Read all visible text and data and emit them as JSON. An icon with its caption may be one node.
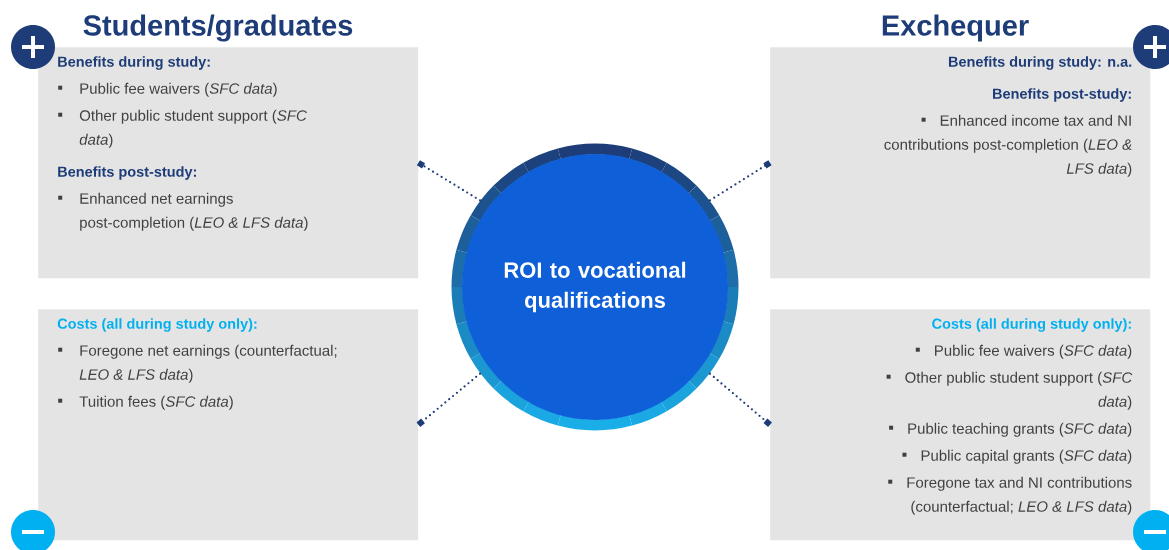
{
  "diagram": {
    "nodes": [
      {
        "text": [
          "ROI to vocational qualifications"
        ]
      },
      {
        "text": [
          "Benefits during study:",
          "Public fee waivers (*SFC data*)",
          "Other public student support (*SFC data*)",
          "Benefits post-study:",
          "Enhanced net earnings post-completion (*LEO & LFS data*)"
        ]
      },
      {
        "text": [
          "**Benefits during study:** n.a.",
          "Benefits post-study:",
          "Enhanced income tax and NI contributions post-completion (*LEO & LFS data*)"
        ]
      },
      {
        "text": [
          "Costs (all during study only):",
          "Foregone net earnings (counterfactual; *LEO & LFS data*)",
          "Tuition fees (*SFC data*)"
        ]
      },
      {
        "text": [
          "Costs (all during study only):",
          "Public fee waivers (*SFC data*)",
          "Other public student support (*SFC data*)",
          "Public teaching grants (*SFC data*)",
          "Public capital grants (*SFC data*)",
          "Foregone tax and NI contributions (counterfactual; *LEO & LFS data*)"
        ]
      }
    ],
    "edges": [
      {
        "from": 0,
        "to": 1,
        "arrow": "other"
      },
      {
        "from": 0,
        "to": 2,
        "arrow": "other"
      },
      {
        "from": 0,
        "to": 3,
        "arrow": "other"
      },
      {
        "from": 0,
        "to": 4,
        "arrow": "other"
      }
    ],
    "labels": [
      "Students/graduates",
      "Exchequer"
    ]
  }
}
